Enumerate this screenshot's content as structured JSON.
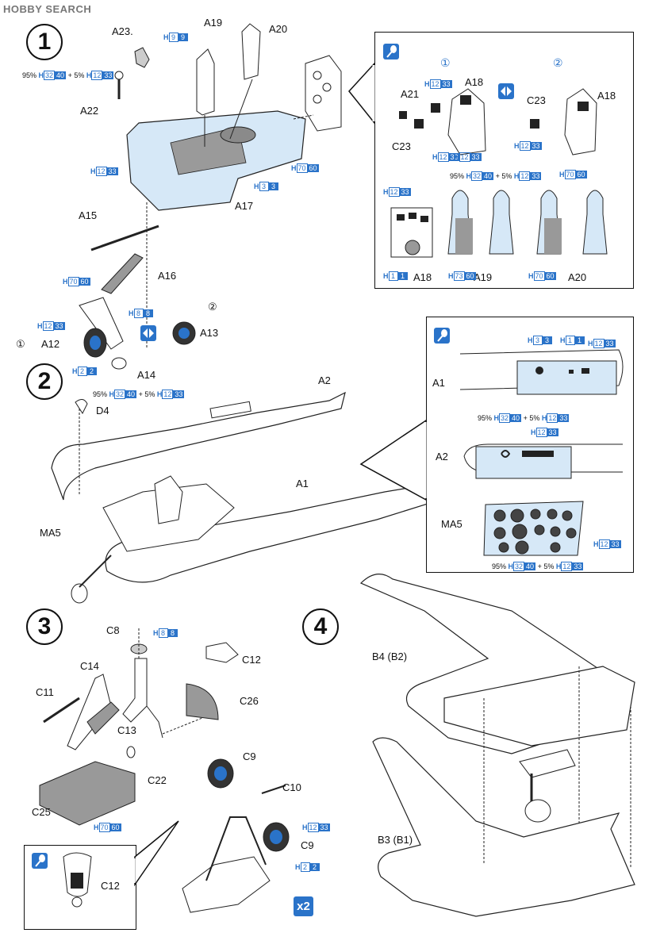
{
  "watermark": "HOBBY SEARCH",
  "steps": {
    "s1": "1",
    "s2": "2",
    "s3": "3",
    "s4": "4"
  },
  "step1": {
    "parts": {
      "A23": "A23.",
      "A22": "A22",
      "A19": "A19",
      "A20": "A20",
      "A17": "A17",
      "A15": "A15",
      "A16": "A16",
      "A12": "A12",
      "A14": "A14",
      "A13": "A13"
    },
    "variant1": "①",
    "variant2": "②",
    "badges": {
      "h9": {
        "h": "H",
        "a": "9",
        "b": "9"
      },
      "mix": {
        "pct1": "95%",
        "h1": "H",
        "a1": "32",
        "b1": "40",
        "plus": "+ 5%",
        "h2": "H",
        "a2": "12",
        "b2": "33"
      },
      "h12": {
        "h": "H",
        "a": "12",
        "b": "33"
      },
      "h3": {
        "h": "H",
        "a": "3",
        "b": "3"
      },
      "h70": {
        "h": "H",
        "a": "70",
        "b": "60"
      },
      "h70b": {
        "h": "H",
        "a": "70",
        "b": "60"
      },
      "h8": {
        "h": "H",
        "a": "8",
        "b": "8"
      },
      "h12b": {
        "h": "H",
        "a": "12",
        "b": "33"
      },
      "h2": {
        "h": "H",
        "a": "2",
        "b": "2"
      }
    }
  },
  "inset1": {
    "variant1": "①",
    "variant2": "②",
    "parts": {
      "A21": "A21",
      "A18": "A18",
      "A18b": "A18",
      "C23": "C23",
      "C23b": "C23",
      "A18c": "A18",
      "A19": "A19",
      "A20": "A20"
    },
    "badges": {
      "h12a": {
        "h": "H",
        "a": "12",
        "b": "33"
      },
      "h12b": {
        "h": "H",
        "a": "12",
        "b": "33"
      },
      "h12c": {
        "h": "H",
        "a": "12",
        "b": "33"
      },
      "h12d": {
        "h": "H",
        "a": "12",
        "b": "33"
      },
      "mix": {
        "pct1": "95%",
        "h1": "H",
        "a1": "32",
        "b1": "40",
        "plus": "+ 5%",
        "h2": "H",
        "a2": "12",
        "b2": "33"
      },
      "h70": {
        "h": "H",
        "a": "70",
        "b": "60"
      },
      "h12e": {
        "h": "H",
        "a": "12",
        "b": "33"
      },
      "h1": {
        "h": "H",
        "a": "1",
        "b": "1"
      },
      "h73": {
        "h": "H",
        "a": "73",
        "b": "60"
      },
      "h70b": {
        "h": "H",
        "a": "70",
        "b": "60"
      }
    }
  },
  "step2": {
    "parts": {
      "A2": "A2",
      "D4": "D4",
      "A1": "A1",
      "MA5": "MA5"
    },
    "badges": {
      "mix": {
        "pct1": "95%",
        "h1": "H",
        "a1": "32",
        "b1": "40",
        "plus": "+ 5%",
        "h2": "H",
        "a2": "12",
        "b2": "33"
      }
    }
  },
  "inset2": {
    "parts": {
      "A1": "A1",
      "A2": "A2",
      "MA5": "MA5"
    },
    "badges": {
      "h3": {
        "h": "H",
        "a": "3",
        "b": "3"
      },
      "h1": {
        "h": "H",
        "a": "1",
        "b": "1"
      },
      "h12": {
        "h": "H",
        "a": "12",
        "b": "33"
      },
      "mix": {
        "pct1": "95%",
        "h1": "H",
        "a1": "32",
        "b1": "40",
        "plus": "+ 5%",
        "h2": "H",
        "a2": "12",
        "b2": "33"
      },
      "h12b": {
        "h": "H",
        "a": "12",
        "b": "33"
      },
      "h12c": {
        "h": "H",
        "a": "12",
        "b": "33"
      },
      "mix2": {
        "pct1": "95%",
        "h1": "H",
        "a1": "32",
        "b1": "40",
        "plus": "+ 5%",
        "h2": "H",
        "a2": "12",
        "b2": "33"
      }
    }
  },
  "step3": {
    "parts": {
      "C8": "C8",
      "C12": "C12",
      "C14": "C14",
      "C11": "C11",
      "C26": "C26",
      "C13": "C13",
      "C22": "C22",
      "C25": "C25",
      "C9": "C9",
      "C10": "C10",
      "C9b": "C9"
    },
    "badges": {
      "h8": {
        "h": "H",
        "a": "8",
        "b": "8"
      },
      "h70": {
        "h": "H",
        "a": "70",
        "b": "60"
      },
      "h12": {
        "h": "H",
        "a": "12",
        "b": "33"
      },
      "h2": {
        "h": "H",
        "a": "2",
        "b": "2"
      }
    },
    "x2": "x2",
    "inset_part": "C12"
  },
  "step4": {
    "parts": {
      "B4": "B4 (B2)",
      "B3": "B3 (B1)"
    }
  },
  "colors": {
    "blue": "#2a73c9",
    "lightblue": "#d6e8f7",
    "dark": "#333333"
  }
}
